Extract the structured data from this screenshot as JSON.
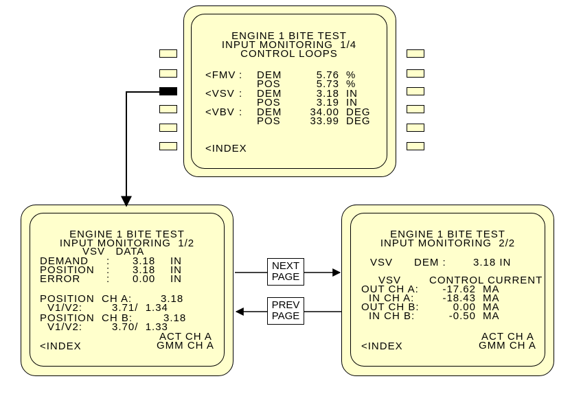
{
  "top": {
    "title": "ENGINE 1 BITE TEST",
    "subtitle": "INPUT MONITORING  1/4",
    "section": "CONTROL LOOPS",
    "rows": [
      {
        "k": "<FMV",
        "s": ":",
        "m": "DEM",
        "v": "5.76",
        "u": "%"
      },
      {
        "k": "",
        "s": "",
        "m": "POS",
        "v": "5.73",
        "u": "%"
      },
      {
        "k": "<VSV",
        "s": ":",
        "m": "DEM",
        "v": "3.18",
        "u": "IN"
      },
      {
        "k": "",
        "s": "",
        "m": "POS",
        "v": "3.19",
        "u": "IN"
      },
      {
        "k": "<VBV",
        "s": ":",
        "m": "DEM",
        "v": "34.00",
        "u": "DEG"
      },
      {
        "k": "",
        "s": "",
        "m": "POS",
        "v": "33.99",
        "u": "DEG"
      }
    ],
    "index": "<INDEX"
  },
  "left": {
    "title": "ENGINE 1 BITE TEST",
    "subtitle": "INPUT MONITORING  1/2",
    "section": "VSV   DATA",
    "rows": [
      {
        "k": "DEMAND",
        "s": ":",
        "v": "3.18",
        "u": "IN"
      },
      {
        "k": "POSITION",
        "s": ":",
        "v": "3.18",
        "u": "IN"
      },
      {
        "k": "ERROR",
        "s": ":",
        "v": "0.00",
        "u": "IN"
      }
    ],
    "pos_a": {
      "label": "POSITION  CH A:",
      "value": "3.18",
      "v12_label": "V1/V2:",
      "v12": "3.71/  1.34"
    },
    "pos_b": {
      "label": "POSITION  CH B:",
      "value": "3.18",
      "v12_label": "V1/V2:",
      "v12": "3.70/  1.33"
    },
    "act": "ACT CH A",
    "gmm": "GMM CH A",
    "index": "<INDEX"
  },
  "right": {
    "title": "ENGINE 1 BITE TEST",
    "subtitle": "INPUT MONITORING  2/2",
    "vsv_label": "VSV",
    "dem_label": "DEM :",
    "dem_value": "3.18 IN",
    "header_left": "VSV",
    "header_right": "CONTROL CURRENT",
    "rows": [
      {
        "k": "OUT CH A:",
        "v": "-17.62",
        "u": "MA"
      },
      {
        "k": "IN CH A:",
        "v": "-18.43",
        "u": "MA"
      },
      {
        "k": "OUT CH B:",
        "v": "0.00",
        "u": "MA"
      },
      {
        "k": "IN CH B:",
        "v": "-0.50",
        "u": "MA"
      }
    ],
    "act": "ACT CH A",
    "gmm": "GMM CH A",
    "index": "<INDEX"
  },
  "buttons": {
    "next_line1": "NEXT",
    "next_line2": "PAGE",
    "prev_line1": "PREV",
    "prev_line2": "PAGE"
  }
}
